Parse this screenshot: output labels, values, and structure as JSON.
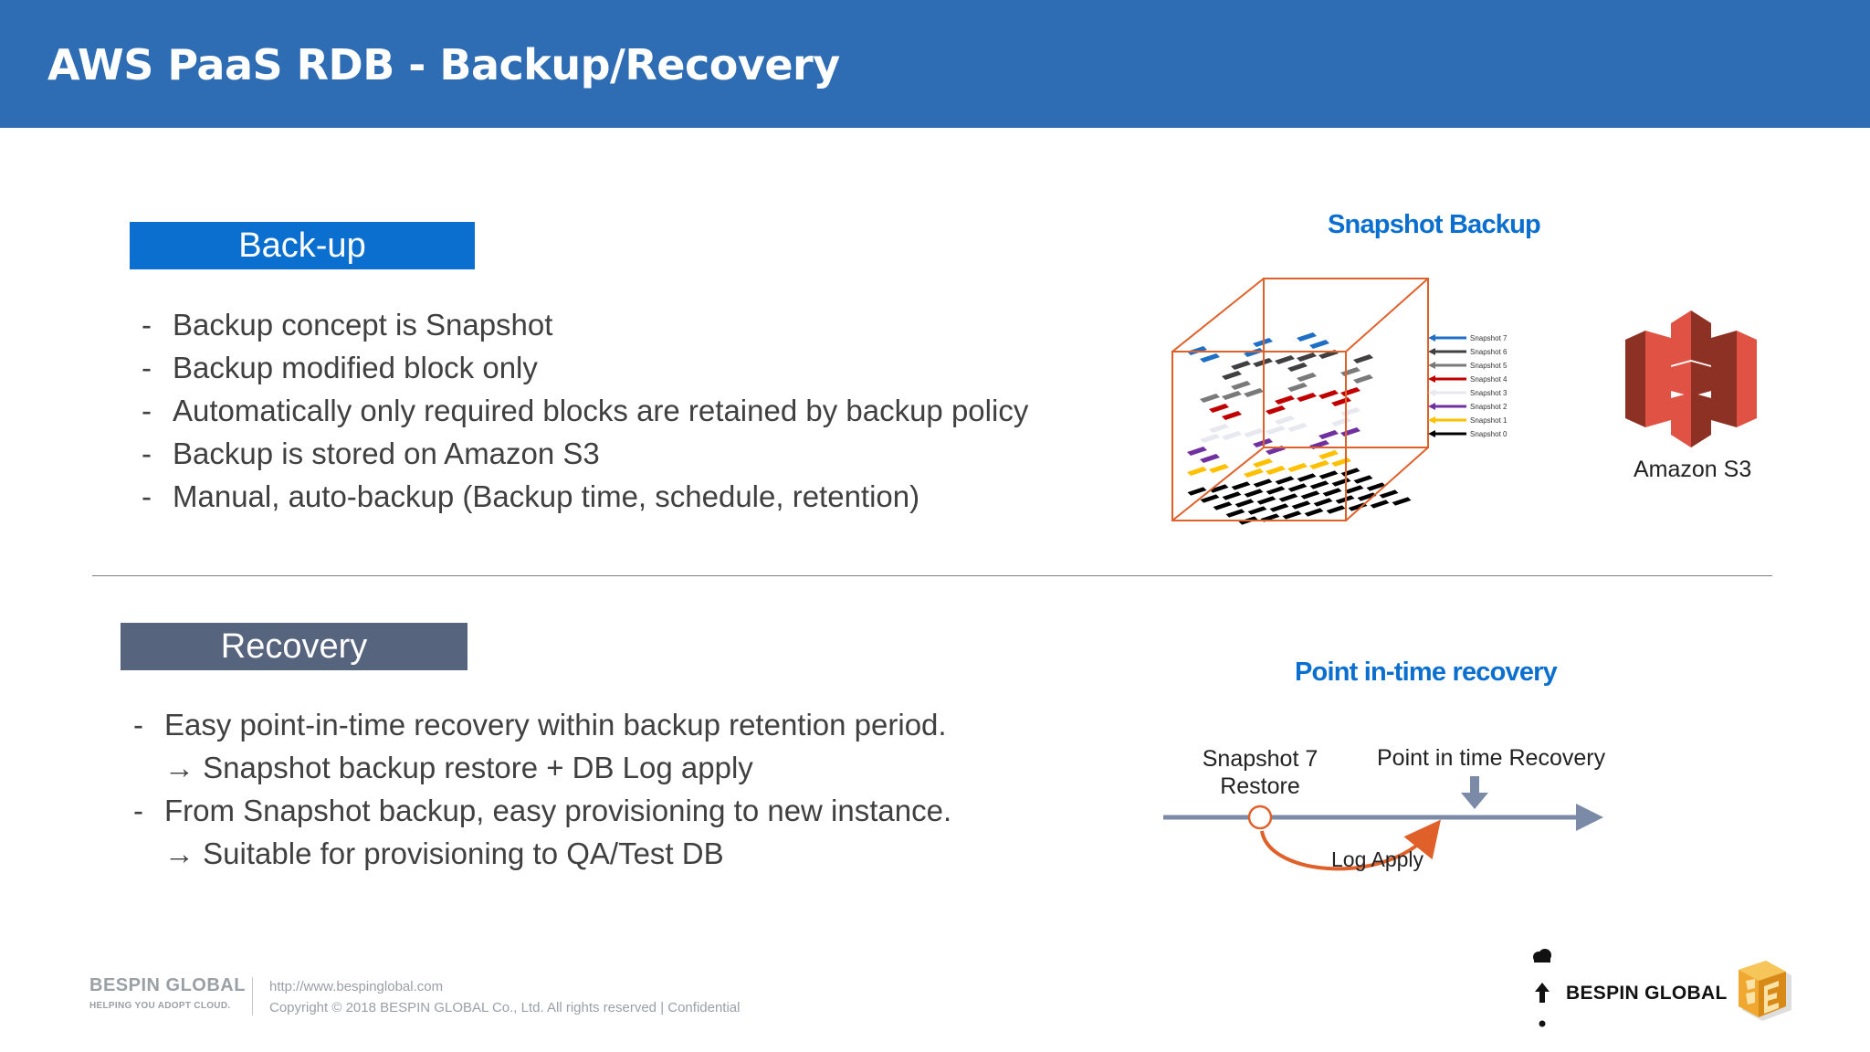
{
  "header": {
    "title": "AWS PaaS RDB - Backup/Recovery"
  },
  "backup": {
    "label": "Back-up",
    "bullets": [
      "Backup concept is Snapshot",
      "Backup modified block only",
      "Automatically  only required blocks are retained by backup  policy",
      "Backup is stored on Amazon  S3",
      "Manual,  auto-backup  (Backup time,  schedule,  retention)"
    ],
    "diagram_title": "Snapshot Backup",
    "snapshot_labels": [
      "Snapshot 7",
      "Snapshot 6",
      "Snapshot 5",
      "Snapshot 4",
      "Snapshot 3",
      "Snapshot 2",
      "Snapshot 1",
      "Snapshot 0"
    ],
    "snapshot_colors": [
      "#1f6fc5",
      "#404040",
      "#7a7a7a",
      "#c00000",
      "#e8e8f0",
      "#7030a0",
      "#ffc000",
      "#000000"
    ],
    "s3_label": "Amazon S3"
  },
  "recovery": {
    "label": "Recovery",
    "bullets": [
      {
        "dash": "-",
        "text": "Easy point-in-time  recovery within backup  retention period."
      },
      {
        "dash": "",
        "text": "→ Snapshot backup  restore + DB Log apply"
      },
      {
        "dash": "-",
        "text": "From Snapshot backup,  easy provisioning to new instance."
      },
      {
        "dash": "",
        "text": "→ Suitable for provisioning to QA/Test DB"
      }
    ],
    "diagram_title": "Point in-time recovery",
    "snapshot_restore_line1": "Snapshot 7",
    "snapshot_restore_line2": "Restore",
    "pitr_label": "Point in time Recovery",
    "log_apply_label": "Log Apply"
  },
  "footer": {
    "brand": "BESPIN GLOBAL",
    "tagline": "HELPING YOU ADOPT CLOUD.",
    "url": "http://www.bespinglobal.com",
    "copyright": "Copyright © 2018 BESPIN GLOBAL Co., Ltd. All rights reserved    |  Confidential",
    "logo_text": "BESPIN GLOBAL"
  }
}
